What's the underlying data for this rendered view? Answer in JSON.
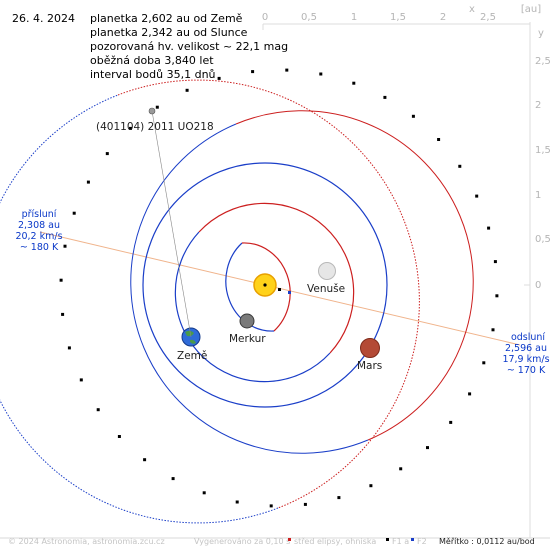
{
  "header": {
    "date": "26. 4. 2024",
    "info_lines": [
      "planetka 2,602 au od Země",
      "planetka 2,342 au od Slunce",
      "pozorovaná hv. velikost ~ 22,1 mag",
      "oběžná doba 3,840 let",
      "interval bodů 35,1 dnů"
    ]
  },
  "asteroid_label": "(401104) 2011 UO218",
  "planets": {
    "venus": "Venuše",
    "earth": "Země",
    "mercury": "Merkur",
    "mars": "Mars"
  },
  "perihelion": [
    "přísluní",
    "2,308 au",
    "20,2 km/s",
    "~ 180 K"
  ],
  "aphelion": [
    "odsluní",
    "2,596 au",
    "17,9 km/s",
    "~ 170 K"
  ],
  "axes": {
    "top_ticks": [
      "0",
      "0,5",
      "1",
      "1,5",
      "2",
      "2,5"
    ],
    "right_ticks": [
      "2,5",
      "2",
      "1,5",
      "1",
      "0,5",
      "0"
    ],
    "x_symbol": "x",
    "y_symbol": "y",
    "unit": "[au]"
  },
  "footer": {
    "copyright": "© 2024 Astronomia, astronomia.zcu.cz",
    "generated": "Vygenerováno za 0,10 s",
    "legend_center": "střed elipsy, ohniska",
    "legend_f1": "F1 a",
    "legend_f2": "F2",
    "scale": "Měřítko : 0,0112 au/bod"
  },
  "colors": {
    "orbit_blue": "#1a3ec8",
    "orbit_red": "#cc1f1f",
    "apsis_line": "#f0b48c",
    "label_blue": "#0a38c8",
    "sun": "#ffd21a"
  }
}
